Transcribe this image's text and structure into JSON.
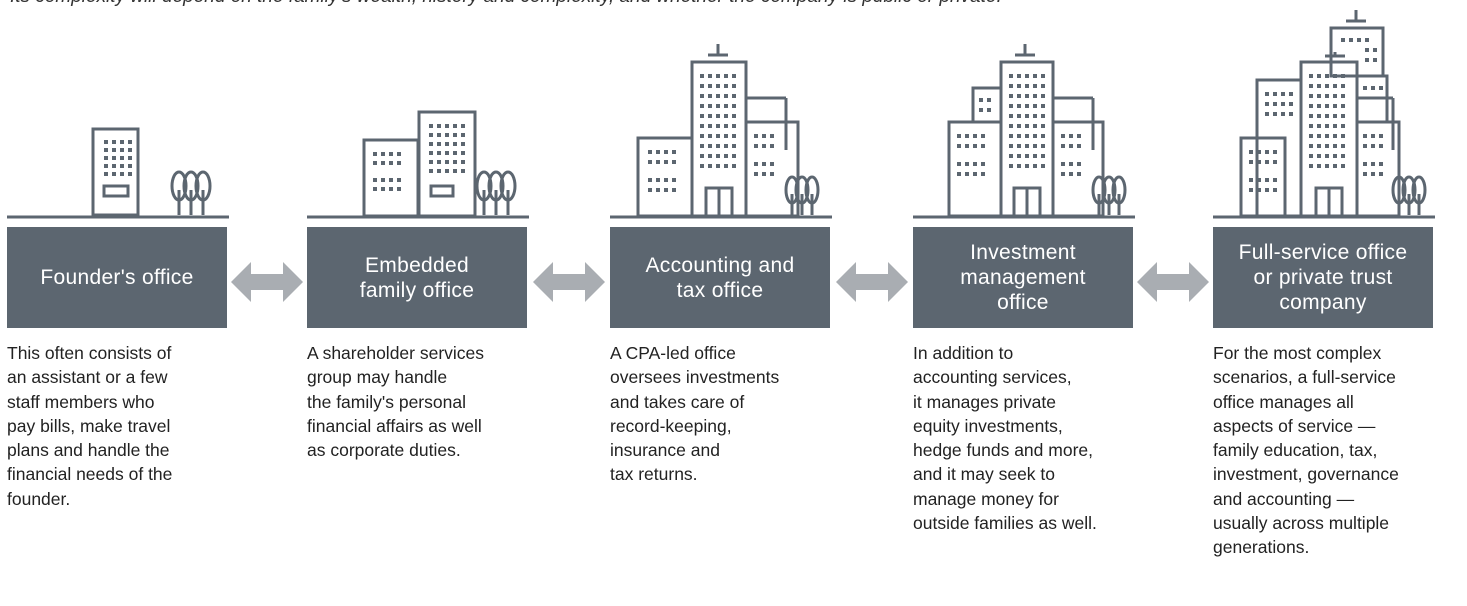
{
  "top_text": "Its complexity will depend on the family's wealth, history and complexity, and whether the company is public or private.",
  "colors": {
    "box": "#5c6670",
    "arrow": "#a9adb2",
    "building": "#5c6670"
  },
  "stages": [
    {
      "title_lines": [
        "Founder's office"
      ],
      "description_lines": [
        "This often consists of",
        "an assistant or a few",
        "staff members who",
        "pay bills, make travel",
        "plans and handle the",
        "financial needs of the",
        "founder."
      ],
      "icon": "small-office-building-icon"
    },
    {
      "title_lines": [
        "Embedded",
        "family office"
      ],
      "description_lines": [
        "A shareholder services",
        "group may handle",
        "the family's personal",
        "financial affairs as well",
        "as corporate duties."
      ],
      "icon": "two-building-office-icon"
    },
    {
      "title_lines": [
        "Accounting and",
        "tax office"
      ],
      "description_lines": [
        "A CPA-led office",
        "oversees investments",
        "and takes care of",
        "record-keeping,",
        "insurance and",
        "tax returns."
      ],
      "icon": "tower-office-icon"
    },
    {
      "title_lines": [
        "Investment",
        "management",
        "office"
      ],
      "description_lines": [
        "In addition to",
        "accounting services,",
        "it manages private",
        "equity investments,",
        "hedge funds and more,",
        "and it may seek to",
        "manage money for",
        "outside families as well."
      ],
      "icon": "tower-complex-icon"
    },
    {
      "title_lines": [
        "Full-service office",
        "or private trust",
        "company"
      ],
      "description_lines": [
        "For the most complex",
        "scenarios, a full-service",
        "office manages all",
        "aspects of service —",
        "family education, tax,",
        "investment, governance",
        "and accounting —",
        "usually across multiple",
        "generations."
      ],
      "icon": "skyline-campus-icon"
    }
  ]
}
